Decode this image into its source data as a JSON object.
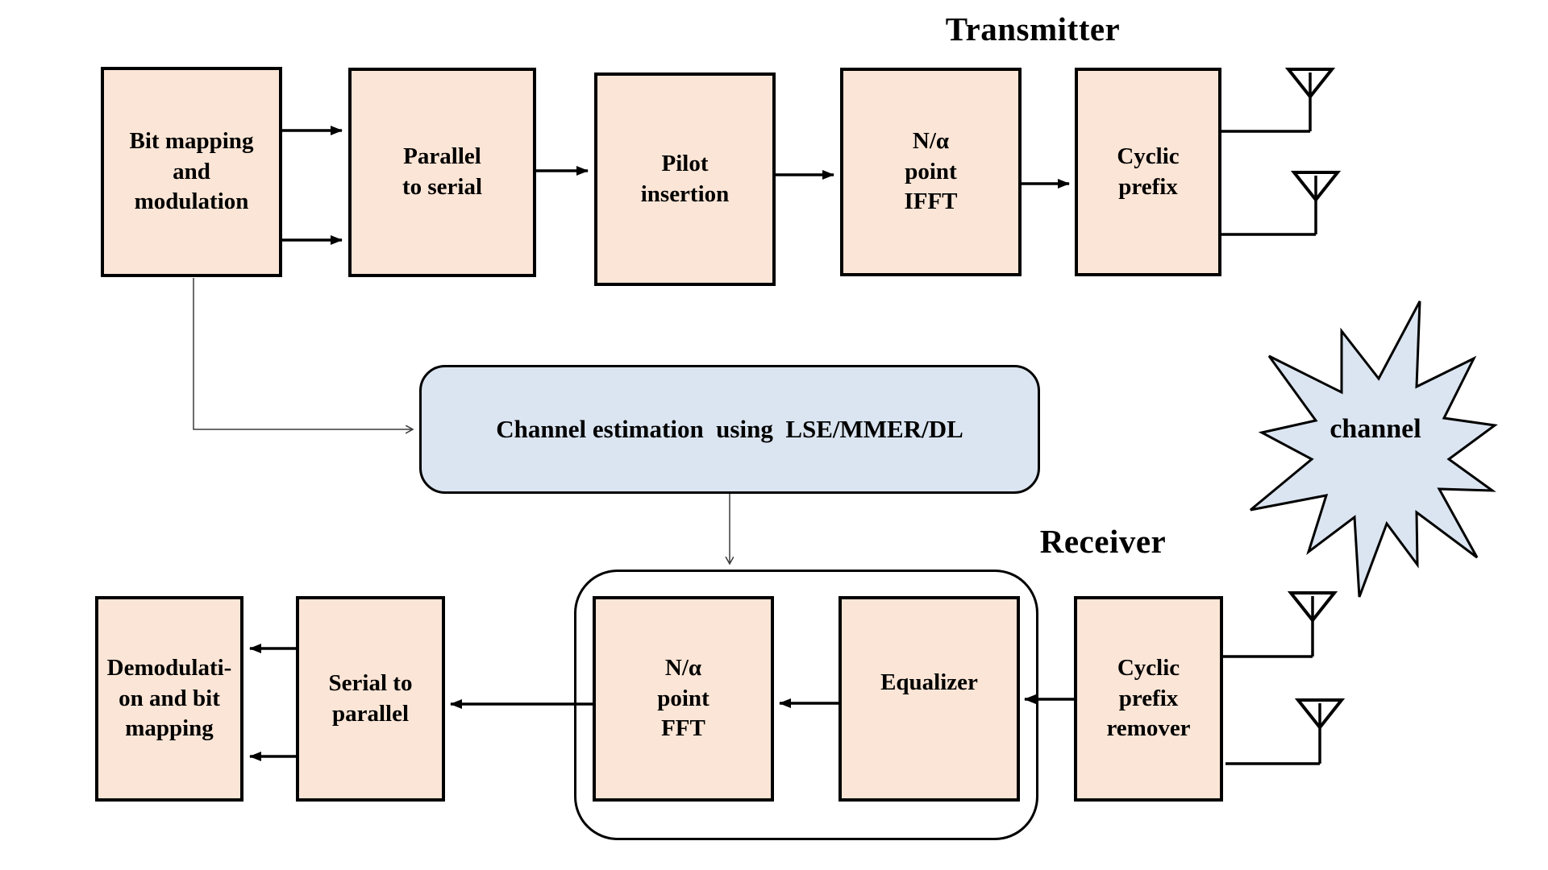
{
  "diagram": {
    "transmitter_title": "Transmitter",
    "receiver_title": "Receiver",
    "blocks": {
      "bit_mapping": "Bit mapping\nand\nmodulation",
      "parallel_to_serial": "Parallel\nto serial",
      "pilot_insertion": "Pilot\ninsertion",
      "ifft": "N/α\npoint\nIFFT",
      "cyclic_prefix": "Cyclic\nprefix",
      "demodulation": "Demodulati-\non and bit\nmapping",
      "serial_to_parallel": "Serial to\nparallel",
      "fft": "N/α\npoint\nFFT",
      "equalizer": "Equalizer",
      "cyclic_prefix_remover": "Cyclic\nprefix\nremover"
    },
    "channel_estimation_label": "Channel estimation  using  LSE/MMER/DL",
    "channel_label": "channel",
    "colors": {
      "block_fill": "#fbe5d6",
      "callout_fill": "#dbe5f1",
      "line": "#000000"
    }
  }
}
